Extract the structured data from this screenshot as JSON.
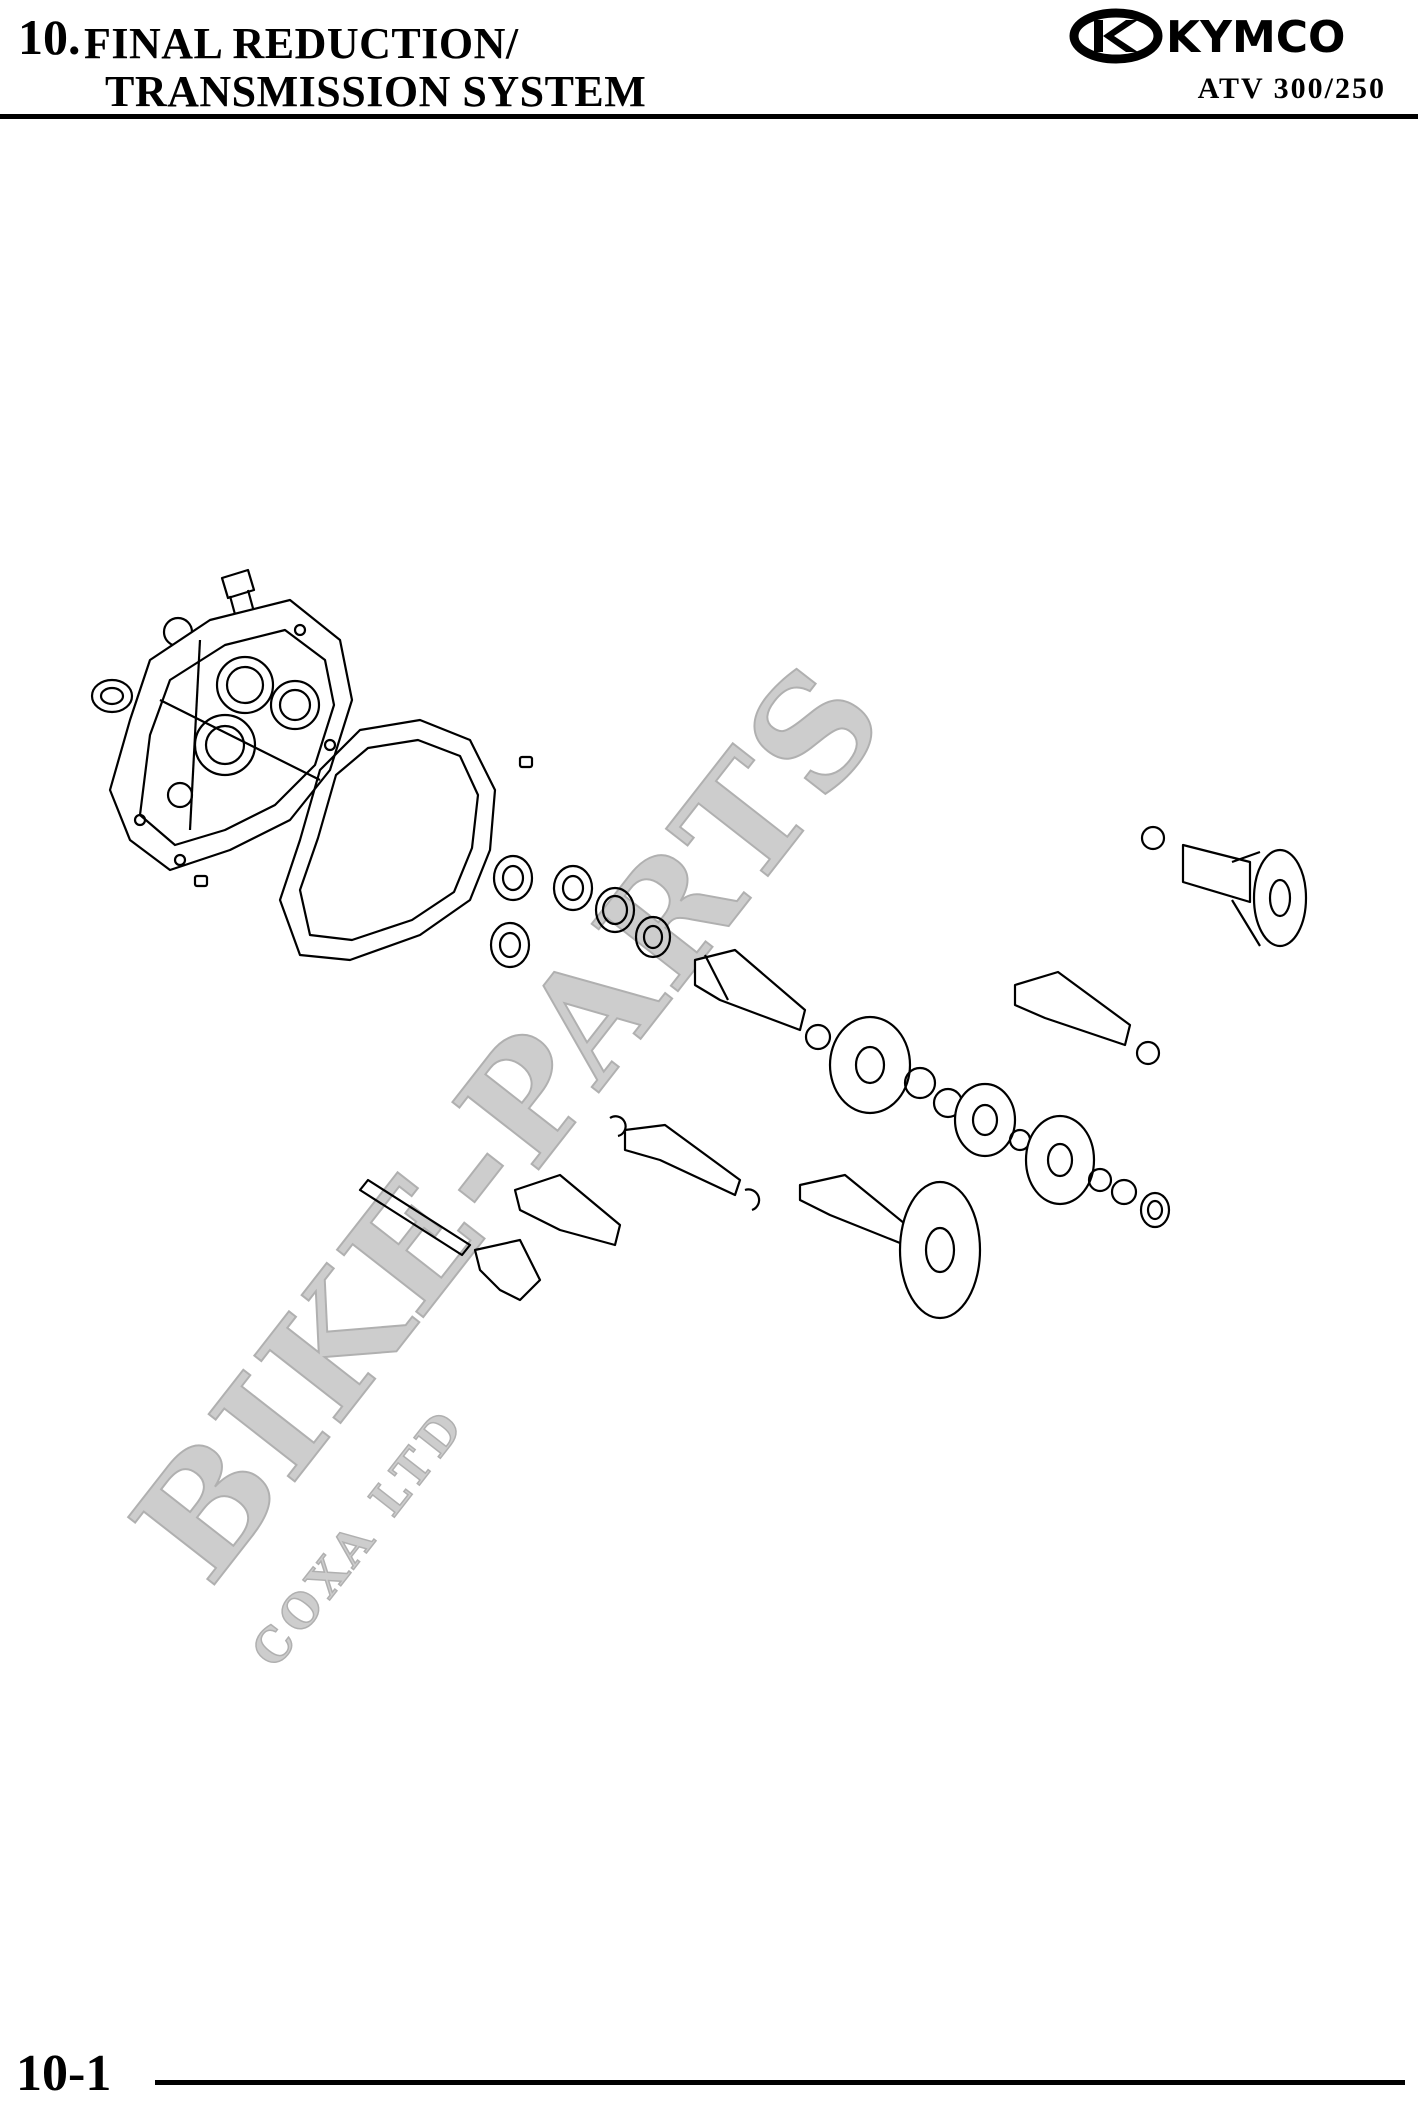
{
  "header": {
    "chapter_number": "10.",
    "title_line1": "FINAL REDUCTION/",
    "title_line2": "TRANSMISSION SYSTEM",
    "brand": "KYMCO",
    "model": "ATV 300/250"
  },
  "watermark": {
    "main": "BIKE-PARTS",
    "sub": "COXA LTD"
  },
  "footer": {
    "page_number": "10-1"
  },
  "colors": {
    "ink": "#000000",
    "watermark": "#c8c8c8",
    "paper": "#ffffff"
  }
}
